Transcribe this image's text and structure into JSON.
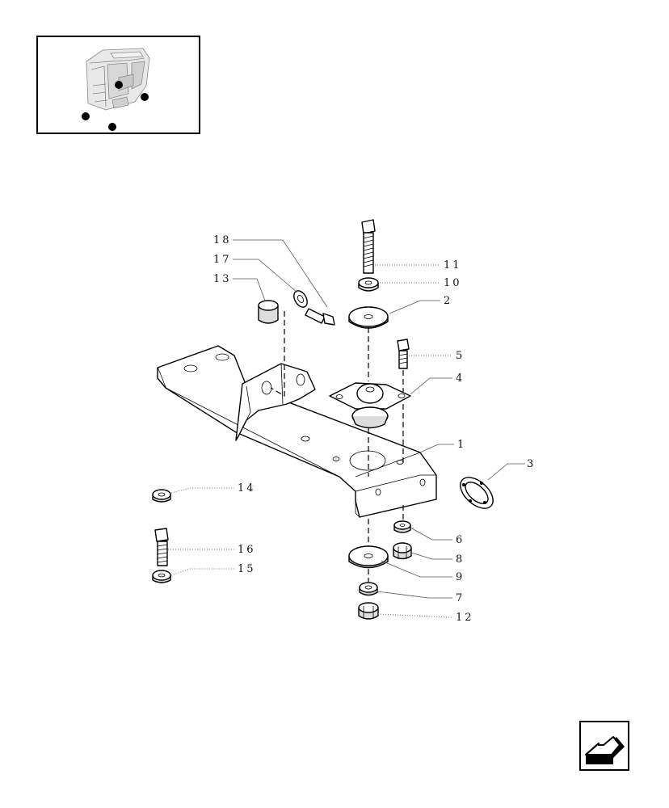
{
  "thumbnail": {
    "icon": "tractor-cab-locator",
    "marker_count": 4
  },
  "callouts": {
    "c1": "1",
    "c2": "2",
    "c3": "3",
    "c4": "4",
    "c5": "5",
    "c6": "6",
    "c7": "7",
    "c8": "8",
    "c9": "9",
    "c10": "10",
    "c11": "11",
    "c12": "12",
    "c13": "13",
    "c14": "14",
    "c15": "15",
    "c16": "16",
    "c17": "17",
    "c18": "18"
  },
  "nav": {
    "icon": "back-arrow-icon"
  }
}
